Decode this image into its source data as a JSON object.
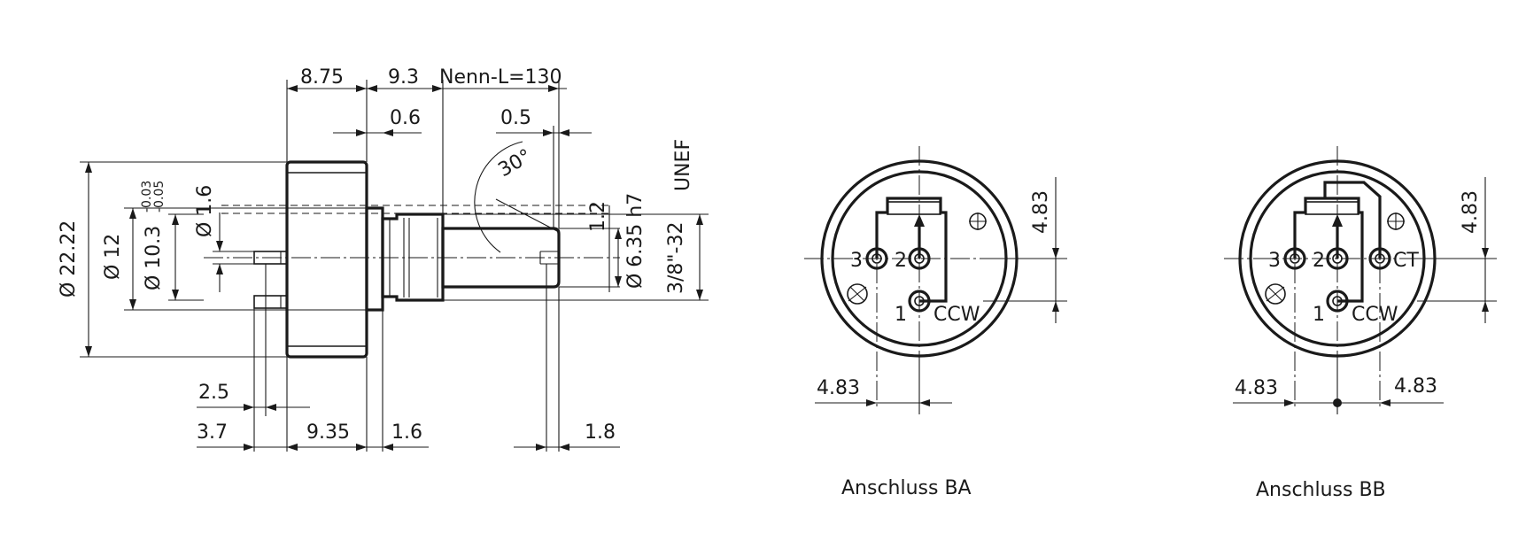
{
  "side_view": {
    "dim_top_875": "8.75",
    "dim_top_93": "9.3",
    "dim_nenn_l": "Nenn-L=130",
    "dim_06": "0.6",
    "dim_05": "0.5",
    "dim_angle": "30°",
    "dim_unef": "UNEF",
    "dim_12": "1.2",
    "dim_635": "Ø 6.35 h7",
    "dim_thread": "3/8\"-32",
    "dim_22": "Ø 22.22",
    "dim_d12": "Ø 12",
    "dim_103": "Ø 10.3",
    "dim_103_tol_upper": "-0.03",
    "dim_103_tol_lower": "-0.05",
    "dim_16d": "Ø 1.6",
    "dim_25": "2.5",
    "dim_37": "3.7",
    "dim_935": "9.35",
    "dim_16": "1.6",
    "dim_18": "1.8"
  },
  "view_ba": {
    "caption": "Anschluss BA",
    "pin_3": "3",
    "pin_2": "2",
    "pin_1": "1",
    "ccw": "CCW",
    "dim_right": "4.83",
    "dim_bottom": "4.83"
  },
  "view_bb": {
    "caption": "Anschluss BB",
    "pin_3": "3",
    "pin_2": "2",
    "pin_1": "1",
    "ccw": "CCW",
    "ct": "CT",
    "dim_right": "4.83",
    "dim_bottom_left": "4.83",
    "dim_bottom_right": "4.83"
  }
}
